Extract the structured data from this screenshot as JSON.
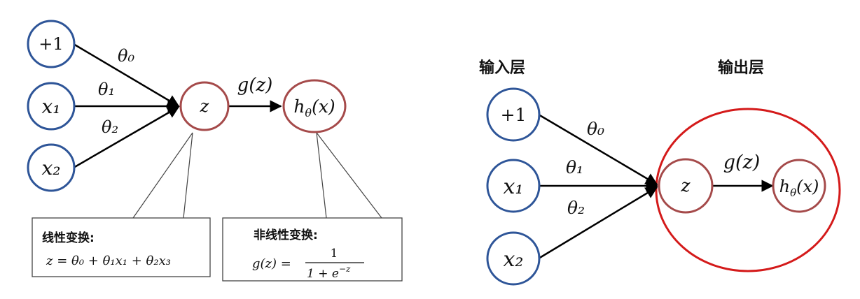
{
  "colors": {
    "input_node": "#2e5598",
    "output_node": "#a54a4a",
    "output_layer_ring": "#d41a1a",
    "arrow": "#000000",
    "callout_line": "#444444",
    "callout_box": "#444444"
  },
  "left_diagram": {
    "inputs": [
      "+1",
      "x₁",
      "x₂"
    ],
    "weights": [
      "θ₀",
      "θ₁",
      "θ₂"
    ],
    "sum_node": "z",
    "activation": "g(z)",
    "output_node": "h",
    "output_subscript": "θ",
    "output_arg": "(x)",
    "linear_box": {
      "title": "线性变换:",
      "formula": "z = θ₀ + θ₁x₁ + θ₂x₃"
    },
    "nonlinear_box": {
      "title": "非线性变换:",
      "lhs": "g(z) =",
      "numerator": "1",
      "denominator_base": "1 + e",
      "denominator_exp": "−z"
    }
  },
  "right_diagram": {
    "input_layer_label": "输入层",
    "output_layer_label": "输出层",
    "inputs": [
      "+1",
      "x₁",
      "x₂"
    ],
    "weights": [
      "θ₀",
      "θ₁",
      "θ₂"
    ],
    "sum_node": "z",
    "activation": "g(z)",
    "output_node": "h",
    "output_subscript": "θ",
    "output_arg": "(x)"
  }
}
